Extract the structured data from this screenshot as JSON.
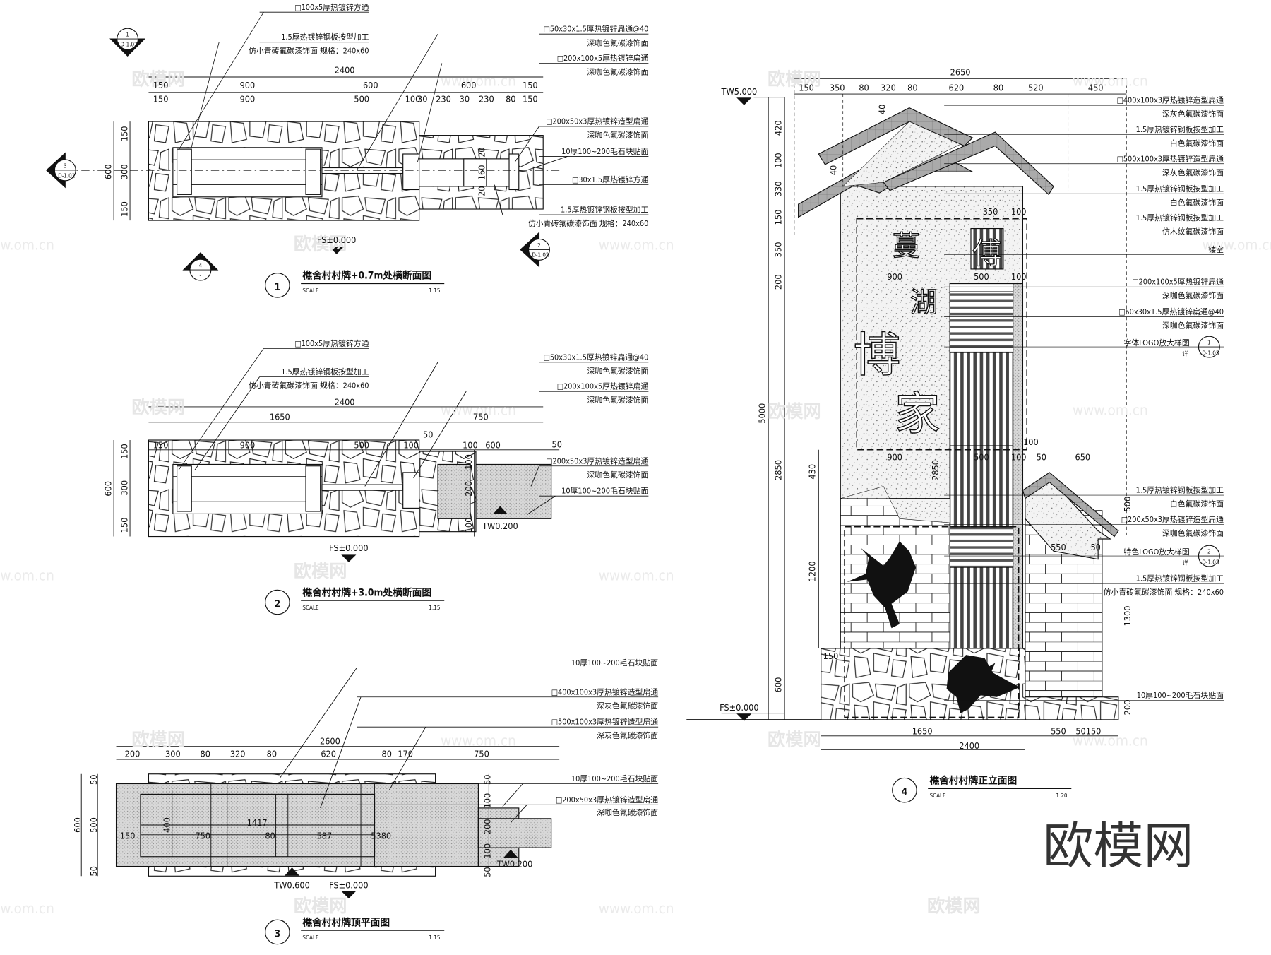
{
  "watermark": {
    "brand": "欧模网",
    "site": "www.om.cn"
  },
  "levels": {
    "fs": "FS±0.000",
    "tw_020": "TW0.200",
    "tw_060": "TW0.600",
    "tw_500": "TW5.000"
  },
  "sign_characters": [
    "蔓",
    "湖",
    "博",
    "家"
  ],
  "plaque_character": "傅",
  "views": [
    {
      "number": "1",
      "title": "樵舍村村牌+0.7m处横断面图",
      "scale_label": "SCALE",
      "scale": "1:15",
      "refs": [
        {
          "num": "1",
          "sheet": "LD-1.02"
        },
        {
          "num": "3",
          "sheet": "LD-1.02"
        },
        {
          "num": "4",
          "sheet": "-"
        },
        {
          "num": "2",
          "sheet": "LD-1.02"
        }
      ],
      "notes": [
        "□100x5厚热镀锌方通",
        "1.5厚热镀锌钢板按型加工",
        "仿小青砖氟碳漆饰面  规格：240x60",
        "□50x30x1.5厚热镀锌扁通@40",
        "深咖色氟碳漆饰面",
        "□200x100x5厚热镀锌扁通",
        "深咖色氟碳漆饰面",
        "□200x50x3厚热镀锌造型扁通",
        "深咖色氟碳漆饰面",
        "10厚100~200毛石块贴面",
        "□30x1.5厚热镀锌方通",
        "1.5厚热镀锌钢板按型加工",
        "仿小青砖氟碳漆饰面  规格：240x60"
      ],
      "dims": [
        "2400",
        "150",
        "900",
        "600",
        "600",
        "150",
        "150",
        "900",
        "500",
        "100",
        "30",
        "230",
        "30",
        "230",
        "80",
        "150",
        "150",
        "300",
        "150",
        "600",
        "20",
        "160",
        "20"
      ]
    },
    {
      "number": "2",
      "title": "樵舍村村牌+3.0m处横断面图",
      "scale_label": "SCALE",
      "scale": "1:15",
      "notes": [
        "□100x5厚热镀锌方通",
        "1.5厚热镀锌钢板按型加工",
        "仿小青砖氟碳漆饰面  规格：240x60",
        "□50x30x1.5厚热镀锌扁通@40",
        "深咖色氟碳漆饰面",
        "□200x100x5厚热镀锌扁通",
        "深咖色氟碳漆饰面",
        "□200x50x3厚热镀锌造型扁通",
        "深咖色氟碳漆饰面",
        "10厚100~200毛石块贴面"
      ],
      "dims": [
        "2400",
        "1650",
        "750",
        "150",
        "900",
        "500",
        "100",
        "50",
        "100",
        "600",
        "50",
        "150",
        "300",
        "150",
        "600",
        "100",
        "200",
        "100"
      ]
    },
    {
      "number": "3",
      "title": "樵舍村村牌顶平面图",
      "scale_label": "SCALE",
      "scale": "1:15",
      "notes": [
        "10厚100~200毛石块贴面",
        "□400x100x3厚热镀锌造型扁通",
        "深灰色氟碳漆饰面",
        "□500x100x3厚热镀锌造型扁通",
        "深灰色氟碳漆饰面",
        "10厚100~200毛石块贴面",
        "□200x50x3厚热镀锌造型扁通",
        "深咖色氟碳漆饰面"
      ],
      "dims": [
        "2600",
        "200",
        "300",
        "80",
        "320",
        "80",
        "620",
        "80",
        "170",
        "750",
        "50",
        "500",
        "600",
        "50",
        "1417",
        "400",
        "150",
        "750",
        "80",
        "587",
        "5380",
        "50",
        "100",
        "200",
        "100",
        "50"
      ]
    },
    {
      "number": "4",
      "title": "樵舍村村牌正立面图",
      "scale_label": "SCALE",
      "scale": "1:20",
      "refs": [
        {
          "prefix": "字体LOGO放大样图",
          "detail": "详",
          "num": "1",
          "sheet": "LD-1.03"
        },
        {
          "prefix": "特色LOGO放大样图",
          "detail": "详",
          "num": "2",
          "sheet": "LD-1.03"
        }
      ],
      "notes": [
        "□400x100x3厚热镀锌造型扁通",
        "深灰色氟碳漆饰面",
        "1.5厚热镀锌钢板按型加工",
        "白色氟碳漆饰面",
        "□500x100x3厚热镀锌造型扁通",
        "深灰色氟碳漆饰面",
        "1.5厚热镀锌钢板按型加工",
        "白色氟碳漆饰面",
        "1.5厚热镀锌钢板按型加工",
        "仿木纹氟碳漆饰面",
        "镂空",
        "□200x100x5厚热镀锌扁通",
        "深咖色氟碳漆饰面",
        "□50x30x1.5厚热镀锌扁通@40",
        "深咖色氟碳漆饰面",
        "1.5厚热镀锌钢板按型加工",
        "白色氟碳漆饰面",
        "□200x50x3厚热镀锌造型扁通",
        "深咖色氟碳漆饰面",
        "1.5厚热镀锌钢板按型加工",
        "仿小青砖氟碳漆饰面  规格：240x60",
        "10厚100~200毛石块贴面"
      ],
      "dims": [
        "2650",
        "150",
        "350",
        "80",
        "320",
        "80",
        "620",
        "80",
        "520",
        "450",
        "420",
        "100",
        "330",
        "150",
        "350",
        "200",
        "5000",
        "2850",
        "430",
        "1200",
        "600",
        "40",
        "40",
        "350",
        "100",
        "900",
        "500",
        "100",
        "900",
        "500",
        "100",
        "100",
        "50",
        "650",
        "2850",
        "550",
        "50",
        "500",
        "1300",
        "200",
        "150",
        "1650",
        "550",
        "50150",
        "2400"
      ]
    }
  ]
}
